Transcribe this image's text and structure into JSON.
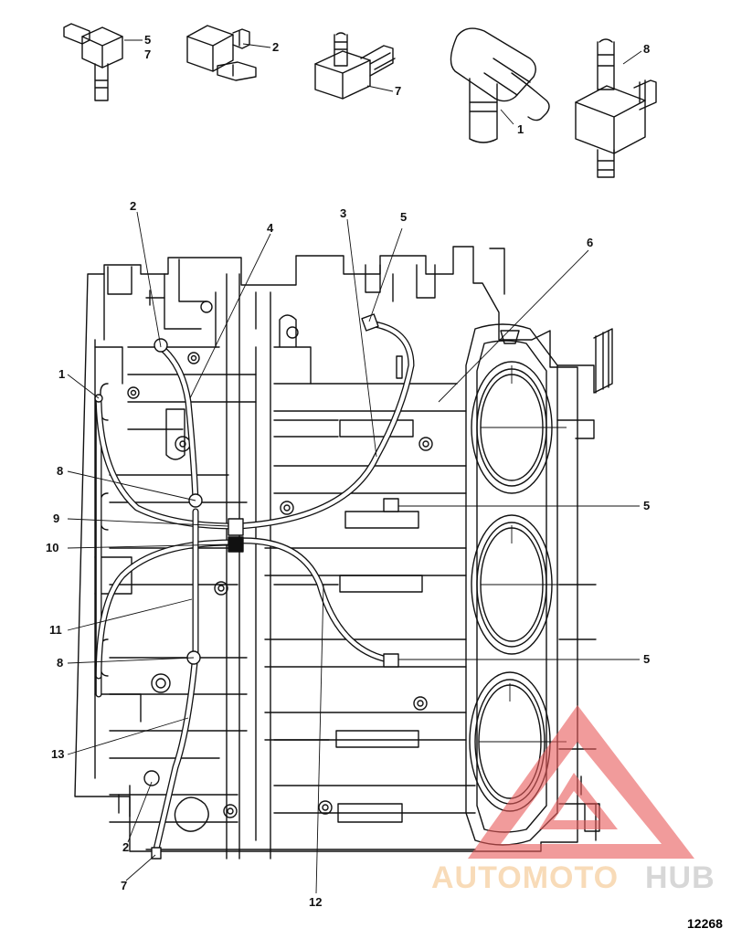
{
  "callouts": {
    "top_5": "5",
    "top_7": "7",
    "top_2": "2",
    "top_7b": "7",
    "top_1": "1",
    "top_8": "8",
    "c2_top": "2",
    "c4": "4",
    "c3": "3",
    "c5_top": "5",
    "c6": "6",
    "c1": "1",
    "c8a": "8",
    "c9": "9",
    "c10": "10",
    "c11": "11",
    "c8b": "8",
    "c13": "13",
    "c2_bottom": "2",
    "c7_bottom": "7",
    "c12": "12",
    "c5_mid": "5",
    "c5_low": "5"
  },
  "figure_number": "12268",
  "watermark": {
    "part1": "AUTOMOTO",
    "part2": "HUB",
    "color_primary": "#e85a5a",
    "color_accent": "#f5c48a"
  }
}
